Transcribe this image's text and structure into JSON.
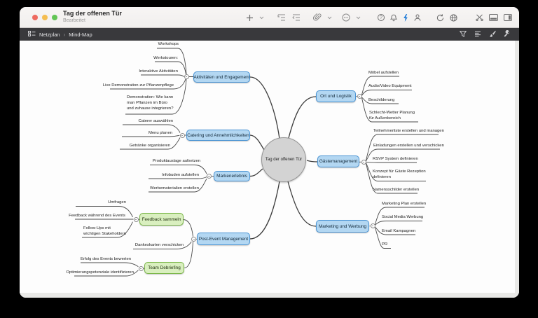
{
  "window": {
    "title": "Tag der offenen Tür",
    "subtitle": "Bearbeitet"
  },
  "titlebar_icons": [
    "plus-icon",
    "chevron-down-icon",
    "add-child-icon",
    "add-sibling-icon",
    "paperclip-icon",
    "chevron-down-icon",
    "ellipsis-circle-icon",
    "chevron-down-icon",
    "help-circle-icon",
    "bell-icon",
    "lightning-icon",
    "person-icon",
    "sync-icon",
    "globe-icon",
    "scissors-icon",
    "bottom-panel-icon",
    "right-panel-icon"
  ],
  "breadcrumb": {
    "icon": "outline-icon",
    "path": [
      "Netzplan",
      "Mind-Map"
    ],
    "separator": "›",
    "tools": [
      "filter-icon",
      "align-left-icon",
      "brush-icon",
      "wrench-icon"
    ]
  },
  "colors": {
    "accent_blue": "#1f7bd8",
    "node_blue_fill": "#b3d7f2",
    "node_blue_border": "#4a94d4",
    "node_green_fill": "#d9efbf",
    "node_green_border": "#7ab648",
    "center_fill": "#d3d3d3",
    "traffic_red": "#ee6a5f",
    "traffic_yellow": "#f5bd4f",
    "traffic_green": "#62c554"
  },
  "map": {
    "center": "Tag der offenen Tür",
    "left": [
      {
        "label": "Aktivitäten und Engagement",
        "color": "blue",
        "children": [
          "Workshops",
          "Werkstouren:",
          "Interaktive Aktivitäten",
          "Live Demonstration zur Pflanzenpflege",
          "Demonstration: Wie kann man Pflanzen im Büro und zuhause integrieren?"
        ]
      },
      {
        "label": "Catering und Annehmlichkeiten",
        "color": "blue",
        "children": [
          "Caterer auswählen",
          "Menu planen",
          "Getränke organisieren"
        ]
      },
      {
        "label": "Markenerlebnis",
        "color": "blue",
        "children": [
          "Produktauslage aufsetzen",
          "Infobuden aufstellen",
          "Werbematerialien erstellen"
        ]
      },
      {
        "label": "Post-Event Management",
        "color": "blue",
        "children": [
          "Dankeskarten verschicken"
        ],
        "subnodes": [
          {
            "label": "Feedback sammeln",
            "color": "green",
            "children": [
              "Umfragen",
              "Feedback während des Events",
              "Follow-Ups mit wichtigen Stakeholdern"
            ]
          },
          {
            "label": "Team Debriefing",
            "color": "green",
            "children": [
              "Erfolg des Events bewerten",
              "Optimierungspotenziale identifizieren"
            ]
          }
        ]
      }
    ],
    "right": [
      {
        "label": "Ort und Logistik",
        "color": "blue",
        "children": [
          "Möbel aufstellen",
          "Audio/Video Equipment",
          "Beschilderung",
          "Schlecht-Wetter Planung für Außenbereich"
        ]
      },
      {
        "label": "Gästemanagement",
        "color": "blue",
        "children": [
          "Teilnehmerliste erstellen und managen",
          "Einladungen erstellen und verschicken",
          "RSVP System definieren",
          "Konzept für Gäste Rezeption definieren",
          "Namensschilder erstellen"
        ]
      },
      {
        "label": "Marketing und Werbung",
        "color": "blue",
        "children": [
          "Marketing Plan erstellen",
          "Social Media Werbung",
          "Email Kampagnen",
          "PR"
        ]
      }
    ]
  }
}
